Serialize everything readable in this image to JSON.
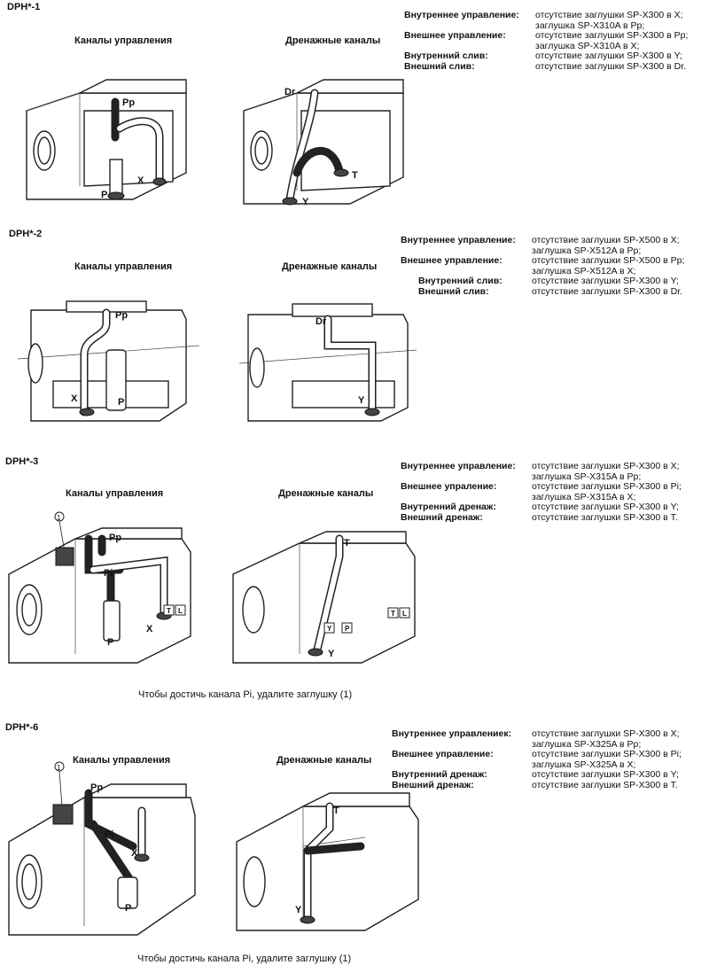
{
  "sections": [
    {
      "code": "DPH*-1",
      "left_title": "Каналы управления",
      "right_title": "Дренажные каналы",
      "left_labels": [
        "Pp",
        "P",
        "X"
      ],
      "right_labels": [
        "Dr",
        "T",
        "Y"
      ],
      "specs": [
        {
          "k": "Внутреннее управление:",
          "v": "отсутствие заглушки SP-X300 в X;"
        },
        {
          "k": "",
          "v": "заглушка SP-X310A в Pp;"
        },
        {
          "k": "Внешнее управление:",
          "v": "отсутствие заглушки SP-X300 в Pp;"
        },
        {
          "k": "",
          "v": "заглушка SP-X310A в X;"
        },
        {
          "k": "Внутренний слив:",
          "v": "отсутствие заглушки SP-X300 в Y;"
        },
        {
          "k": "Внешний слив:",
          "v": "отсутствие заглушки SP-X300 в Dr."
        }
      ]
    },
    {
      "code": "DPH*-2",
      "left_title": "Каналы управления",
      "right_title": "Дренажные каналы",
      "left_labels": [
        "Pp",
        "X",
        "P"
      ],
      "right_labels": [
        "Dr",
        "Y"
      ],
      "specs": [
        {
          "k": "Внутреннее управление:",
          "v": "отсутствие заглушки SP-X500 в X;"
        },
        {
          "k": "",
          "v": "заглушка SP-X512A в Pp;"
        },
        {
          "k": "Внешнее управление:",
          "v": "отсутствие заглушки SP-X500 в Pp;"
        },
        {
          "k": "",
          "v": "заглушка SP-X512A в X;"
        },
        {
          "k": "Внутренний слив:",
          "v": "отсутствие заглушки SP-X300 в Y;"
        },
        {
          "k": "Внешний слив:",
          "v": "отсутствие заглушки SP-X300 в Dr."
        }
      ]
    },
    {
      "code": "DPH*-3",
      "left_title": "Каналы управления",
      "right_title": "Дренажные каналы",
      "left_labels": [
        "Pp",
        "Pi",
        "P",
        "X",
        "T",
        "L",
        "1"
      ],
      "right_labels": [
        "T",
        "Y",
        "P",
        "T",
        "L",
        "Y"
      ],
      "specs": [
        {
          "k": "Внутреннее управление:",
          "v": "отсутствие заглушки SP-X300 в X;"
        },
        {
          "k": "",
          "v": "заглушка SP-X315A в Pp;"
        },
        {
          "k": "Внешнее упраление:",
          "v": "отсутствие заглушки SP-X300 в Pi;"
        },
        {
          "k": "",
          "v": "заглушка SP-X315A в X;"
        },
        {
          "k": "Внутренний дренаж:",
          "v": "отсутствие заглушки SP-X300 в Y;"
        },
        {
          "k": "Внешний дренаж:",
          "v": "отсутствие заглушки SP-X300 в T."
        }
      ],
      "caption": "Чтобы достичь канала Pi, удалите заглушку (1)"
    },
    {
      "code": "DPH*-6",
      "left_title": "Каналы управления",
      "right_title": "Дренажные каналы",
      "left_labels": [
        "Pp",
        "Pi",
        "X",
        "P",
        "1"
      ],
      "right_labels": [
        "T",
        "Y"
      ],
      "specs": [
        {
          "k": "Внутреннее управлениек:",
          "v": "отсутствие заглушки SP-X300 в X;"
        },
        {
          "k": "",
          "v": "заглушка SP-X325A в Pp;"
        },
        {
          "k": "Внешнее управление:",
          "v": "отсутствие заглушки SP-X300 в Pi;"
        },
        {
          "k": "",
          "v": "заглушка SP-X325A в X;"
        },
        {
          "k": "Внутренний дренаж:",
          "v": "отсутствие заглушки SP-X300 в Y;"
        },
        {
          "k": "Внешний дренаж:",
          "v": "отсутствие заглушки SP-X300 в T."
        }
      ],
      "caption": "Чтобы достичь канала Pi, удалите заглушку (1)"
    }
  ]
}
